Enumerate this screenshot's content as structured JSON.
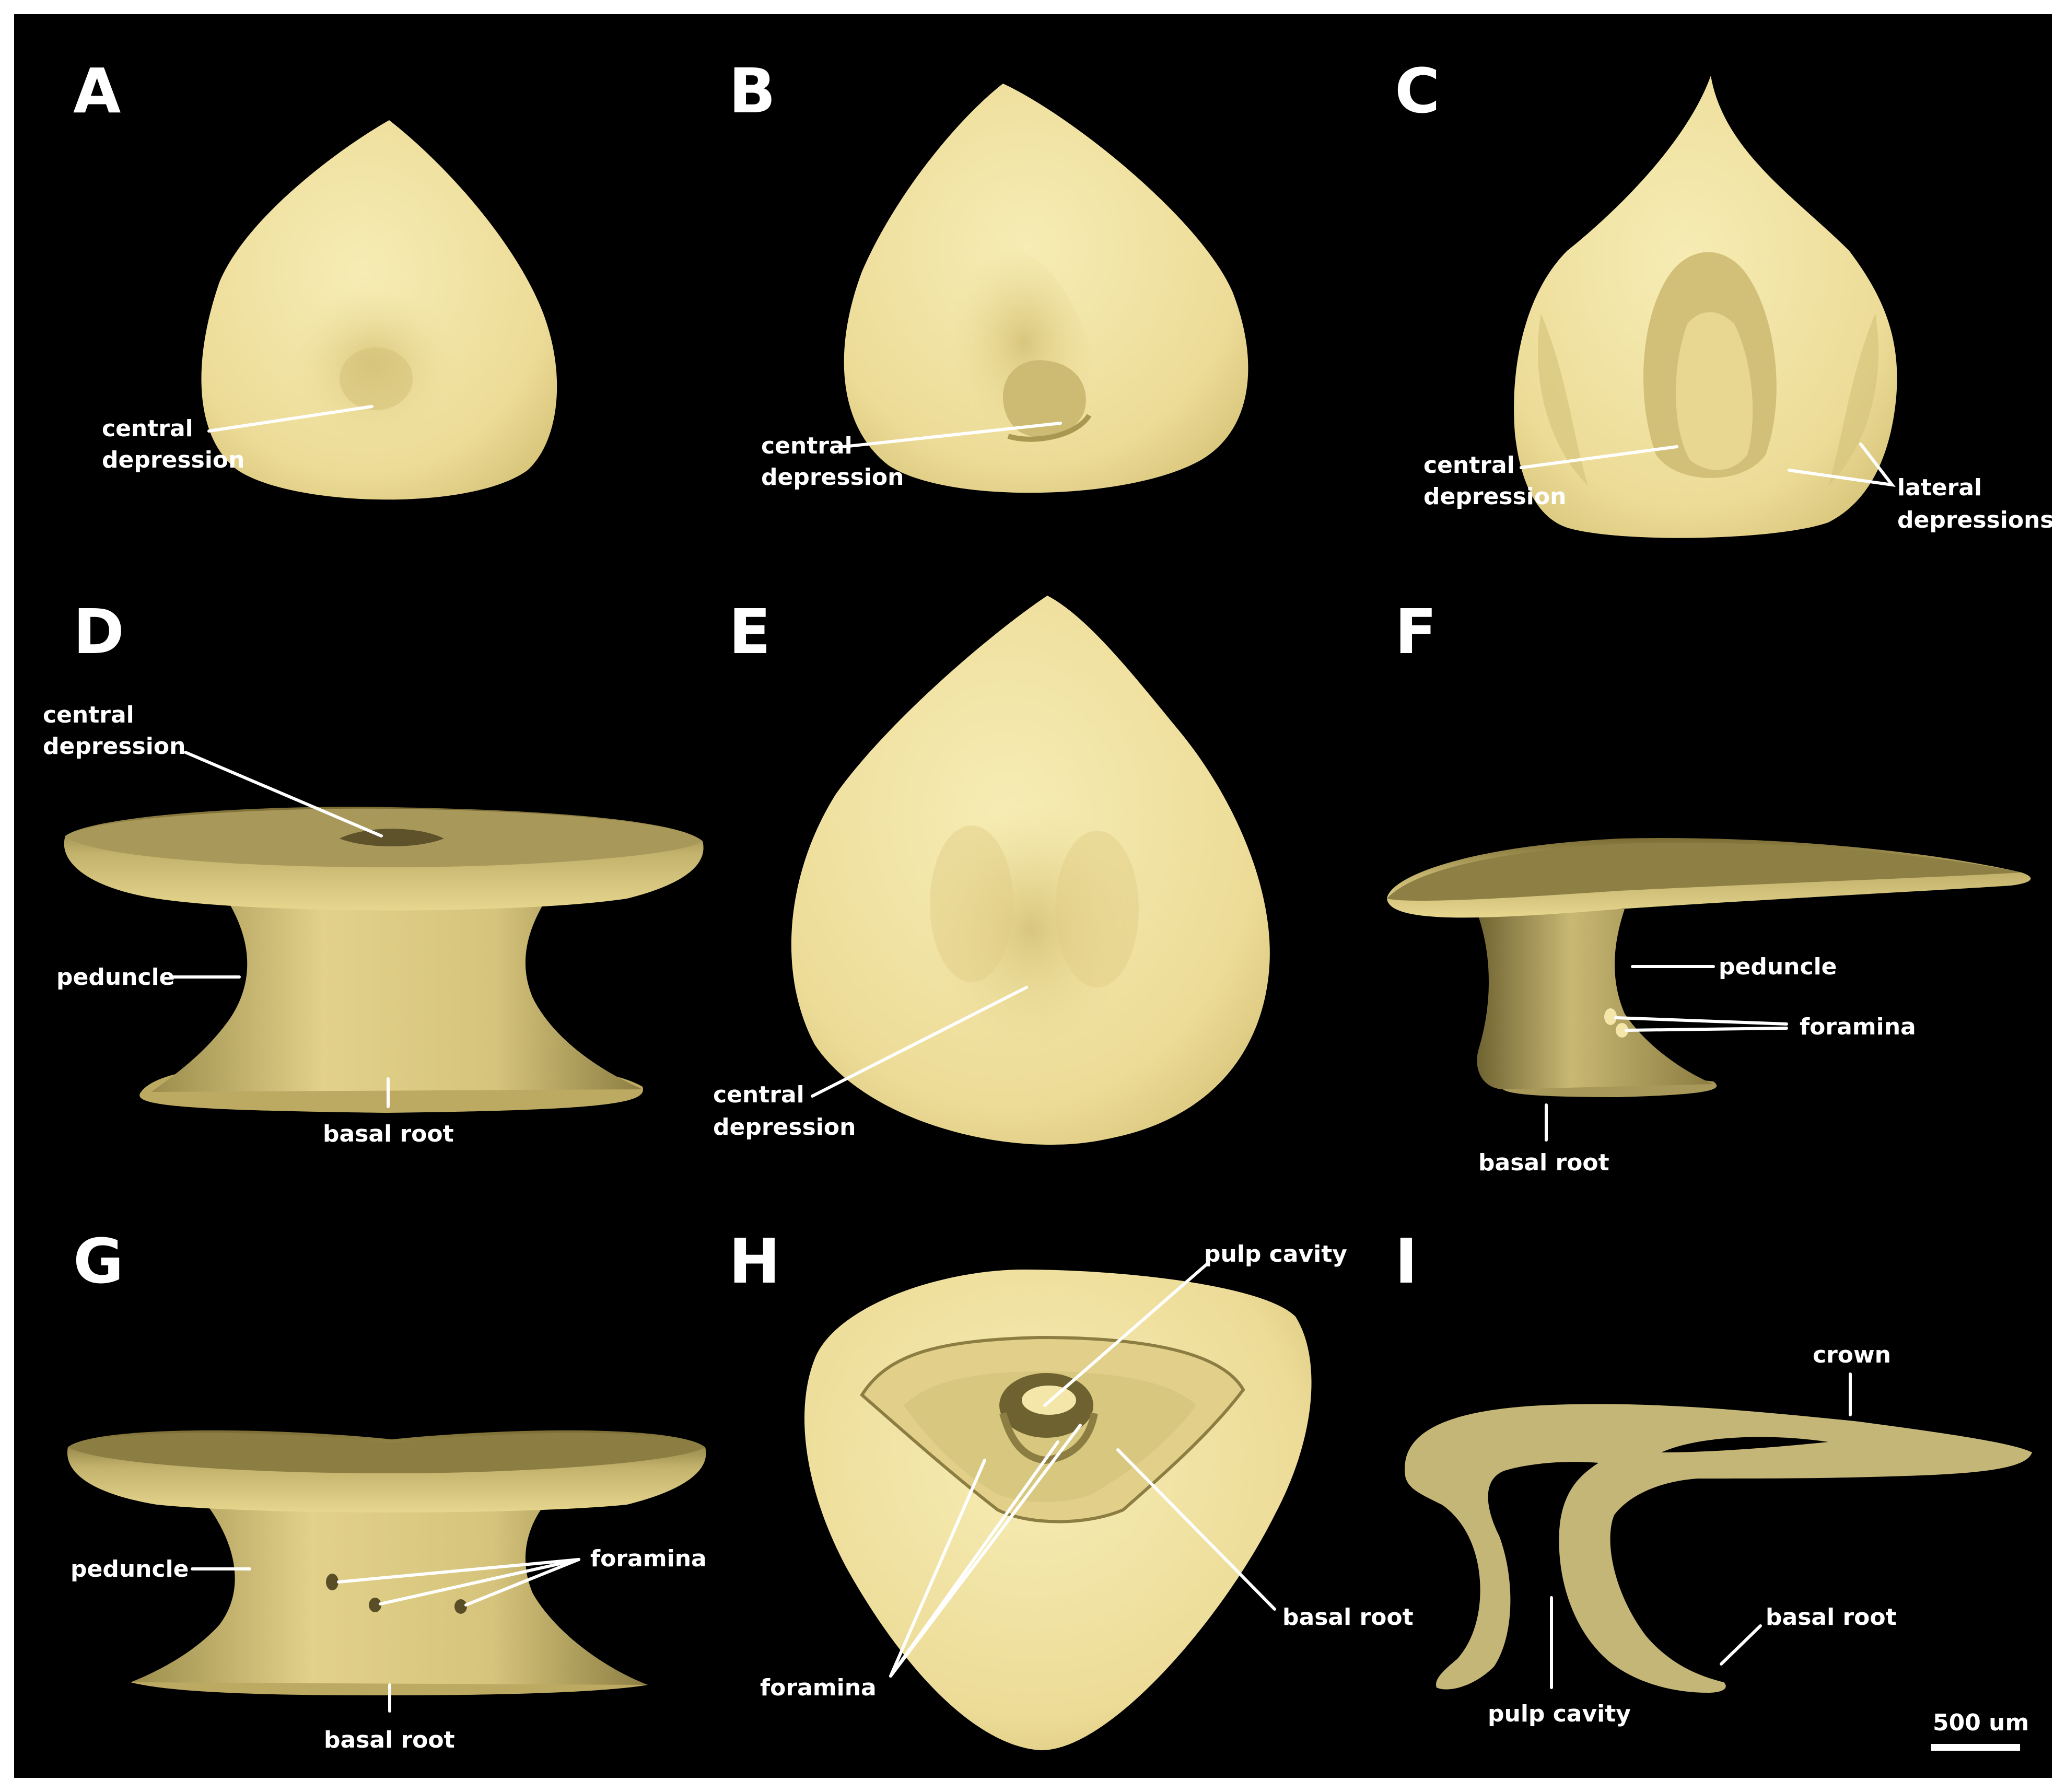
{
  "figure": {
    "colors": {
      "background": "#000000",
      "frame": "#ffffff",
      "specimen": "#f0e3a0",
      "specimen_shade": "#b8a656",
      "section": "#c4b676",
      "annotation": "#ffffff"
    },
    "panels": {
      "A": {
        "label": "A",
        "central": [
          "central",
          "depression"
        ]
      },
      "B": {
        "label": "B",
        "central": [
          "central",
          "depression"
        ]
      },
      "C": {
        "label": "C",
        "central": [
          "central",
          "depression"
        ],
        "lateral": [
          "lateral",
          "depressions"
        ]
      },
      "D": {
        "label": "D",
        "central": [
          "central",
          "depression"
        ],
        "peduncle": "peduncle",
        "basal_root": "basal root"
      },
      "E": {
        "label": "E",
        "central": [
          "central",
          "depression"
        ]
      },
      "F": {
        "label": "F",
        "peduncle": "peduncle",
        "foramina": "foramina",
        "basal_root": "basal root"
      },
      "G": {
        "label": "G",
        "peduncle": "peduncle",
        "foramina": "foramina",
        "basal_root": "basal root"
      },
      "H": {
        "label": "H",
        "pulp_cavity": "pulp cavity",
        "basal_root": "basal root",
        "foramina": "foramina"
      },
      "I": {
        "label": "I",
        "crown": "crown",
        "basal_root": "basal root",
        "pulp_cavity": "pulp cavity"
      }
    },
    "scale_bar": {
      "label": "500 um"
    }
  }
}
